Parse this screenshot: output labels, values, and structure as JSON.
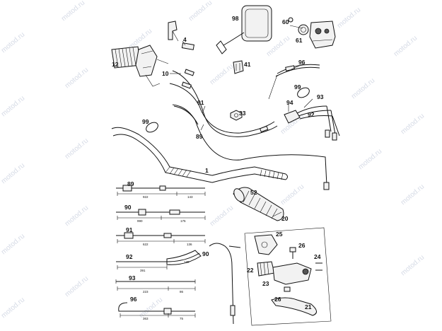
{
  "watermark": "motod.ru",
  "callouts": {
    "n1": "1",
    "n4": "4",
    "n10": "10",
    "n12": "12",
    "n20": "20",
    "n21": "21",
    "n22": "22",
    "n23": "23",
    "n24": "24",
    "n25": "25",
    "n26a": "26",
    "n26b": "26",
    "n33": "33",
    "n41": "41",
    "n52": "52",
    "n60": "60",
    "n61": "61",
    "n89a": "89",
    "n89b": "89",
    "n90a": "90",
    "n90b": "90",
    "n91a": "91",
    "n91b": "91",
    "n92a": "92",
    "n92b": "92",
    "n93a": "93",
    "n93b": "93",
    "n94": "94",
    "n96a": "96",
    "n96b": "96",
    "n98": "98",
    "n99a": "99",
    "n99b": "99"
  },
  "dimensions": {
    "c89_a": "922",
    "c89_b": "143",
    "c90_a": "990",
    "c90_b": "175",
    "c91_a": "622",
    "c91_b": "136",
    "c92_a": "391",
    "c92_b": "130",
    "c93_a": "223",
    "c93_b": "86",
    "c96_a": "363",
    "c96_b": "75"
  }
}
